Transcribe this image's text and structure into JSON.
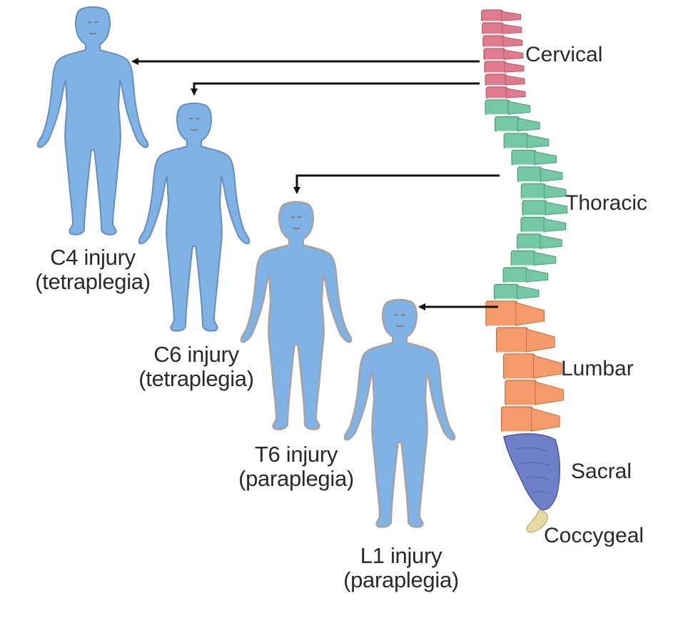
{
  "figures": [
    {
      "id": "c4",
      "line1": "C4 injury",
      "line2": "(tetraplegia)"
    },
    {
      "id": "c6",
      "line1": "C6 injury",
      "line2": "(tetraplegia)"
    },
    {
      "id": "t6",
      "line1": "T6 injury",
      "line2": "(paraplegia)"
    },
    {
      "id": "l1",
      "line1": "L1 injury",
      "line2": "(paraplegia)"
    }
  ],
  "spine_regions": [
    "Cervical",
    "Thoracic",
    "Lumbar",
    "Sacral",
    "Coccygeal"
  ],
  "colors": {
    "paralysis": "#7fb2e5",
    "paralysis_outline": "#5a8fc7",
    "skin": "#f1d5b5",
    "skin_outline": "#c9a27e",
    "cervical": "#e07b8e",
    "thoracic": "#74c9a4",
    "lumbar": "#f59a6a",
    "sacral": "#6f80c8",
    "coccygeal": "#e6d9a2",
    "arrow": "#111111",
    "text": "#2a2a2a"
  }
}
